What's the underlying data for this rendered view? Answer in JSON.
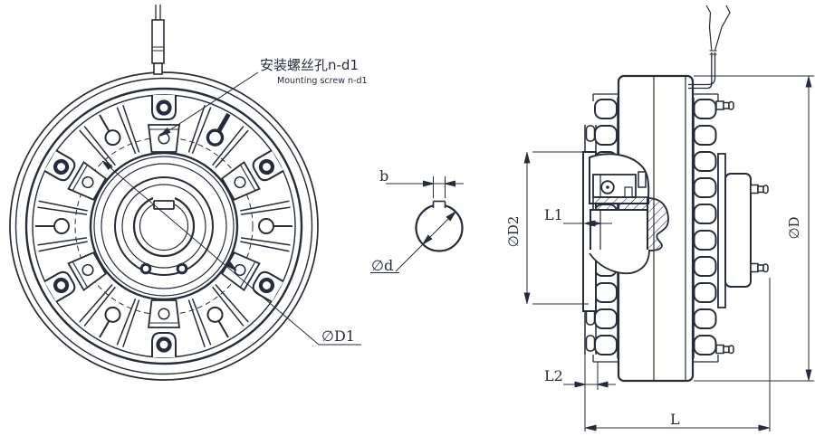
{
  "meta": {
    "background": "#ffffff",
    "ink": "#262b3e",
    "drawing_type": "magnetic powder brake engineering drawing"
  },
  "front_view": {
    "mount_label_zh": "安装螺丝孔n-d1",
    "mount_label_en": "Mounting screw n-d1",
    "dim_bolt_circle": "∅D1"
  },
  "shaft_detail": {
    "dim_key_width": "b",
    "dim_shaft_dia": "∅d"
  },
  "side_view": {
    "dim_hub_length": "L1",
    "dim_rim_offset": "L2",
    "dim_total_length": "L",
    "dim_rotor_dia": "∅D2",
    "dim_outer_dia": "∅D"
  }
}
